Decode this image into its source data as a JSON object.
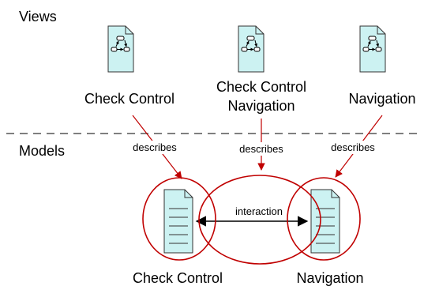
{
  "sections": {
    "top": "Views",
    "bottom": "Models"
  },
  "views": [
    {
      "line1": "Check Control",
      "line2": ""
    },
    {
      "line1": "Check Control",
      "line2": "Navigation"
    },
    {
      "line1": "Navigation",
      "line2": ""
    }
  ],
  "relations": {
    "describes": "describes",
    "interaction": "interaction"
  },
  "models": [
    {
      "label": "Check Control"
    },
    {
      "label": "Navigation"
    }
  ],
  "colors": {
    "document_fill": "#ccf2f2",
    "relation_red": "#c00000",
    "separator": "#555555",
    "ink": "#000000"
  },
  "icons": {
    "view_document": "diagram-document-icon",
    "model_document": "text-document-icon"
  }
}
